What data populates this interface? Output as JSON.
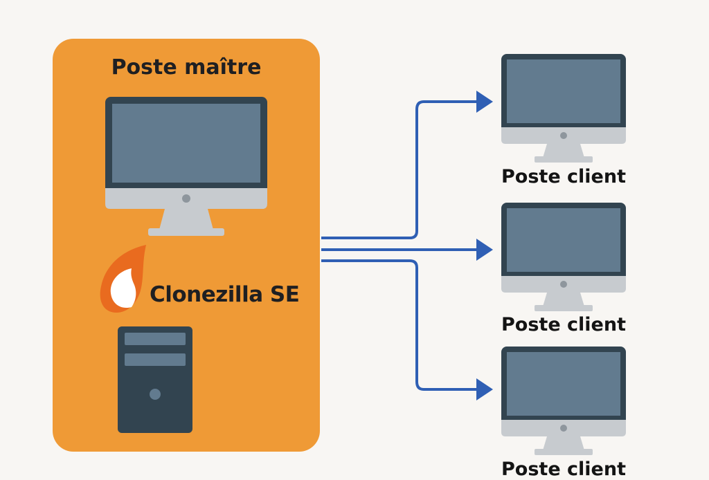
{
  "master": {
    "title": "Poste maître",
    "software_label": "Clonezilla SE"
  },
  "clients": [
    {
      "label": "Poste client"
    },
    {
      "label": "Poste client"
    },
    {
      "label": "Poste client"
    }
  ],
  "colors": {
    "panel": "#ef9a36",
    "connector": "#2f5fb4",
    "screen": "#627b8f",
    "bezel": "#324450",
    "stand": "#c7cbcf",
    "tower": "#324450",
    "logo": "#e96b1f"
  },
  "icons": [
    "master-monitor-icon",
    "clonezilla-logo-icon",
    "server-tower-icon",
    "client-monitor-icon",
    "arrow-icon"
  ]
}
